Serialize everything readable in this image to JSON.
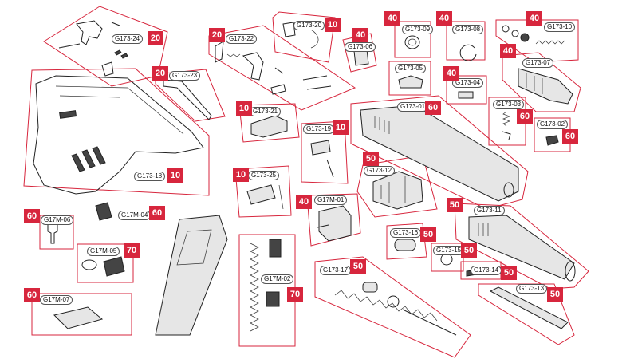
{
  "parts": {
    "G173-24": {
      "code": "G173-24",
      "qty": "20"
    },
    "G173-20": {
      "code": "G173-20",
      "qty": "10"
    },
    "G173-06": {
      "code": "G173-06",
      "qty": "40"
    },
    "G173-09": {
      "code": "G173-09",
      "qty": "40"
    },
    "G173-08": {
      "code": "G173-08",
      "qty": "40"
    },
    "G173-10": {
      "code": "G173-10",
      "qty": "40"
    },
    "G173-22": {
      "code": "G173-22",
      "qty": "20"
    },
    "G173-23": {
      "code": "G173-23",
      "qty": "20"
    },
    "G173-05": {
      "code": "G173-05",
      "qty": ""
    },
    "G173-04": {
      "code": "G173-04",
      "qty": "40"
    },
    "G173-07": {
      "code": "G173-07",
      "qty": "40"
    },
    "G173-01": {
      "code": "G173-01",
      "qty": "60"
    },
    "G173-03": {
      "code": "G173-03",
      "qty": "60"
    },
    "G173-02": {
      "code": "G173-02",
      "qty": "60"
    },
    "G173-21": {
      "code": "G173-21",
      "qty": "10"
    },
    "G173-19": {
      "code": "G173-19",
      "qty": "10"
    },
    "G173-18": {
      "code": "G173-18",
      "qty": "10"
    },
    "G173-12": {
      "code": "G173-12",
      "qty": "50"
    },
    "G173-25": {
      "code": "G173-25",
      "qty": "10"
    },
    "G17M-01": {
      "code": "G17M-01",
      "qty": "40"
    },
    "G17M-06": {
      "code": "G17M-06",
      "qty": "60"
    },
    "G17M-04": {
      "code": "G17M-04",
      "qty": "60"
    },
    "G173-11": {
      "code": "G173-11",
      "qty": "50"
    },
    "G173-16": {
      "code": "G173-16",
      "qty": "50"
    },
    "G173-15": {
      "code": "G173-15",
      "qty": "50"
    },
    "G173-14": {
      "code": "G173-14",
      "qty": "50"
    },
    "G17M-05": {
      "code": "G17M-05",
      "qty": "70"
    },
    "G17M-02": {
      "code": "G17M-02",
      "qty": "70"
    },
    "G173-17": {
      "code": "G173-17",
      "qty": "50"
    },
    "G173-13": {
      "code": "G173-13",
      "qty": "50"
    },
    "G17M-07": {
      "code": "G17M-07",
      "qty": "60"
    }
  },
  "colors": {
    "frame": "#d7263d",
    "badge": "#d7263d",
    "line": "#222222"
  }
}
